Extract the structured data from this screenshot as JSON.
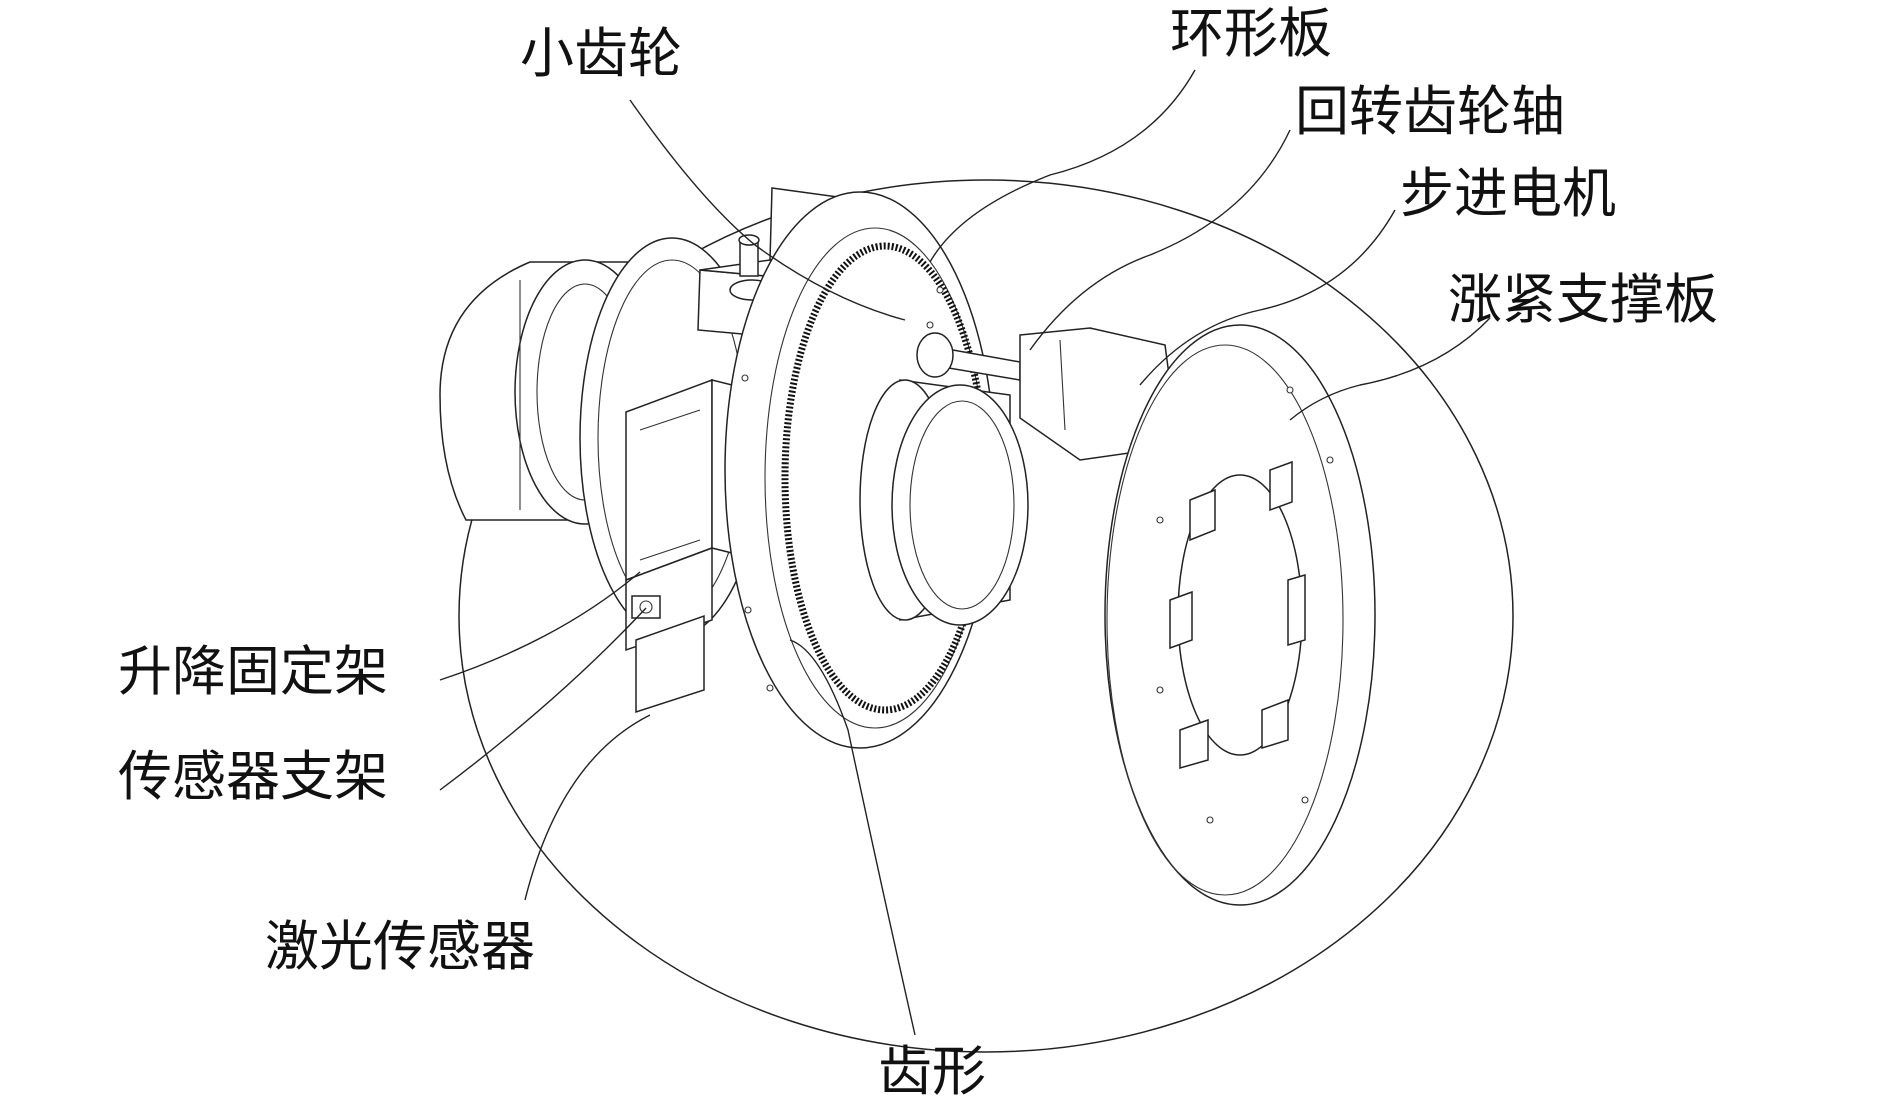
{
  "labels": {
    "xiao_chilun": "小齿轮",
    "huanxing_ban": "环形板",
    "huizhuan_chilun_zhou": "回转齿轮轴",
    "bujin_dianji": "步进电机",
    "zhangjin_zhicheng_ban": "涨紧支撑板",
    "shengjiang_guding_jia": "升降固定架",
    "chuanganqi_zhijia": "传感器支架",
    "jiguang_chuanganqi": "激光传感器",
    "chixing": "齿形"
  },
  "colors": {
    "line": "#222222",
    "background": "#ffffff"
  }
}
